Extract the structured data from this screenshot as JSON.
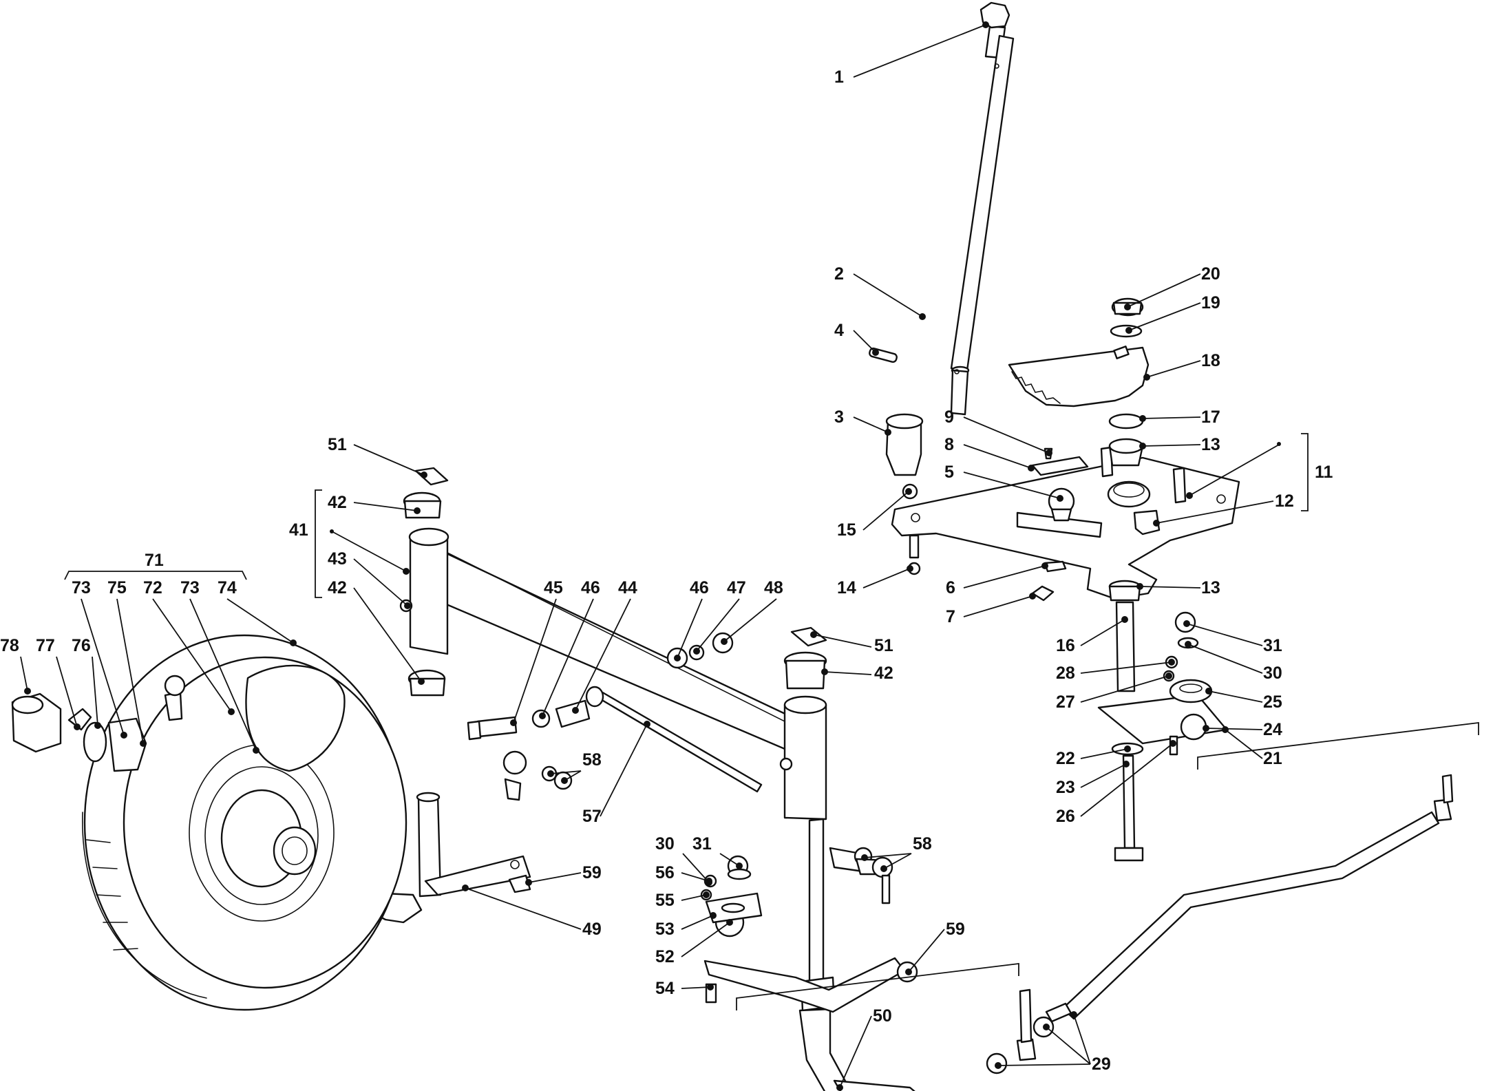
{
  "callouts": {
    "1": "1",
    "2": "2",
    "3": "3",
    "4": "4",
    "5": "5",
    "6": "6",
    "7": "7",
    "8": "8",
    "9": "9",
    "11": "11",
    "12": "12",
    "13": "13",
    "14": "14",
    "15": "15",
    "16": "16",
    "17": "17",
    "18": "18",
    "19": "19",
    "20": "20",
    "21": "21",
    "22": "22",
    "23": "23",
    "24": "24",
    "25": "25",
    "26": "26",
    "27": "27",
    "28": "28",
    "29": "29",
    "30": "30",
    "31": "31",
    "41": "41",
    "42": "42",
    "43": "43",
    "44": "44",
    "45": "45",
    "46": "46",
    "47": "47",
    "48": "48",
    "49": "49",
    "50": "50",
    "51": "51",
    "52": "52",
    "53": "53",
    "54": "54",
    "55": "55",
    "56": "56",
    "57": "57",
    "58": "58",
    "59": "59",
    "71": "71",
    "72": "72",
    "73": "73",
    "74": "74",
    "75": "75",
    "76": "76",
    "77": "77",
    "78": "78"
  }
}
